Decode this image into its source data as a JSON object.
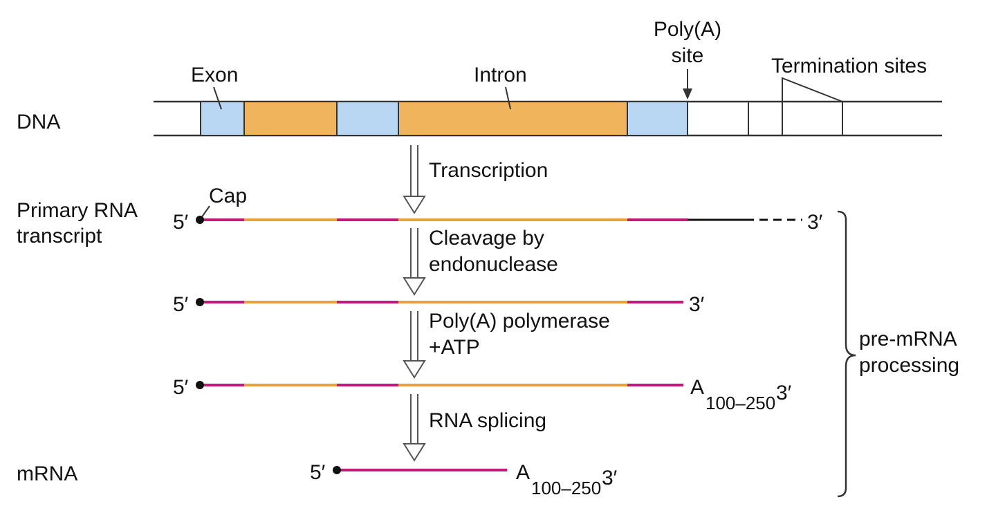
{
  "labels": {
    "exon": "Exon",
    "intron": "Intron",
    "polya_site_line1": "Poly(A)",
    "polya_site_line2": "site",
    "termination_sites": "Termination sites",
    "dna": "DNA",
    "cap": "Cap",
    "primary_line1": "Primary RNA",
    "primary_line2": "transcript",
    "mrna": "mRNA",
    "pre_mrna_line1": "pre-mRNA",
    "pre_mrna_line2": "processing"
  },
  "steps": {
    "transcription": "Transcription",
    "cleavage_line1": "Cleavage by",
    "cleavage_line2": "endonuclease",
    "polya_line1": "Poly(A) polymerase",
    "polya_line2": "+ATP",
    "splicing": "RNA splicing"
  },
  "ends": {
    "five_prime": "5′",
    "three_prime": "3′",
    "poly_a": "A",
    "poly_a_length": "100–250"
  },
  "colors": {
    "exon": "#b9d7f2",
    "intron": "#efb45c",
    "exon_rna": "#c2187a",
    "intron_rna": "#e3a43e",
    "outline": "#333333"
  }
}
